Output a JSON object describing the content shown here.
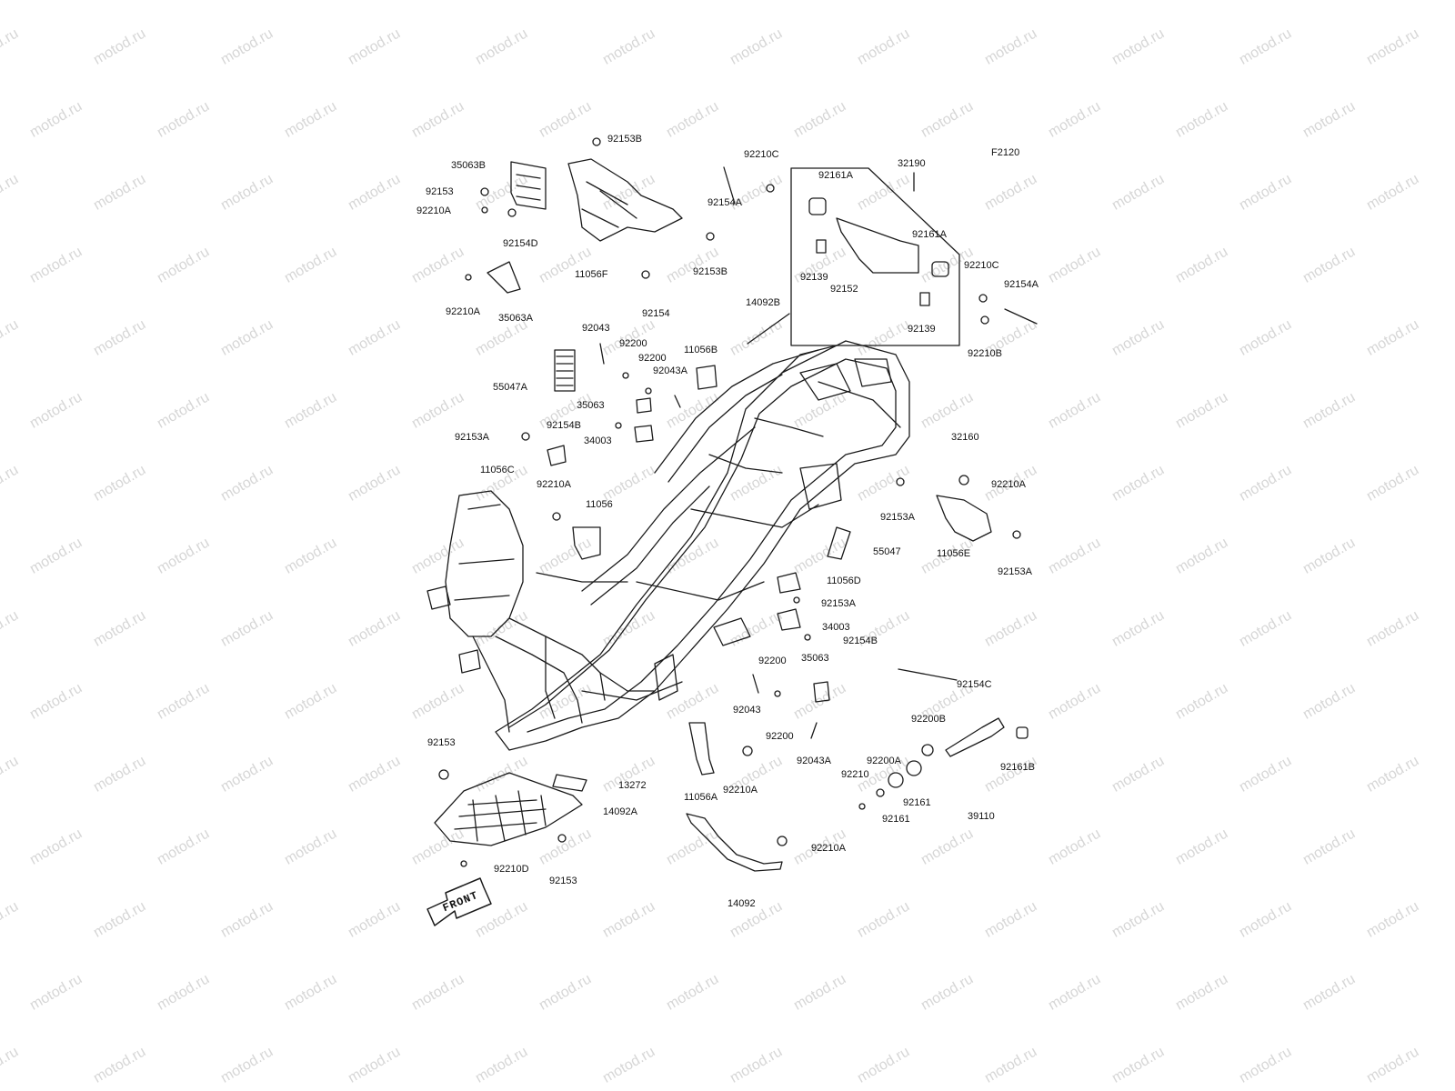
{
  "diagram": {
    "ref_code": "F2120",
    "watermark_text": "motod.ru",
    "front_arrow_label": "FRONT",
    "colors": {
      "line": "#1a1a1a",
      "watermark": "#d6d6d6",
      "background": "#ffffff"
    },
    "labels": [
      "92153B",
      "35063B",
      "92153",
      "92210A",
      "92154D",
      "11056F",
      "92210C",
      "92154A",
      "92153B",
      "92154",
      "32190",
      "92161A",
      "92161A",
      "92139",
      "92152",
      "92139",
      "92210C",
      "92154A",
      "92210B",
      "92210A",
      "35063A",
      "14092B",
      "92043",
      "92200",
      "92200",
      "11056B",
      "92043A",
      "55047A",
      "35063",
      "92154B",
      "34003",
      "92153A",
      "11056C",
      "32160",
      "92210A",
      "92153A",
      "11056E",
      "92153A",
      "92210A",
      "11056",
      "55047",
      "11056D",
      "92153A",
      "34003",
      "92154B",
      "92200",
      "35063",
      "92154C",
      "92043",
      "92200",
      "92200B",
      "92043A",
      "92200A",
      "92210",
      "92161B",
      "92161",
      "92161",
      "39110",
      "92153",
      "13272",
      "14092A",
      "11056A",
      "92210A",
      "92210A",
      "92210D",
      "92153",
      "14092"
    ]
  }
}
